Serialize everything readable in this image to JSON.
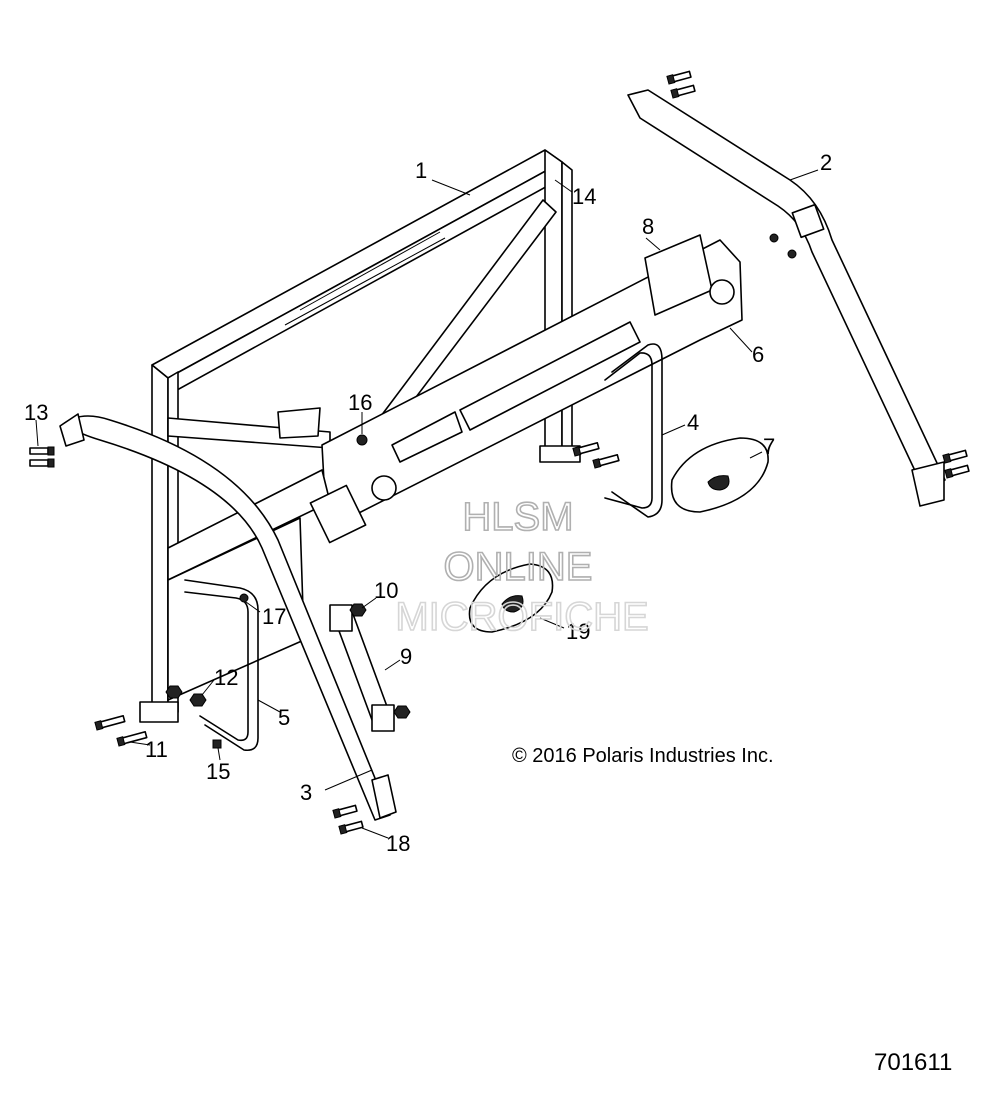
{
  "callouts": [
    "1",
    "2",
    "3",
    "4",
    "5",
    "6",
    "7",
    "8",
    "9",
    "10",
    "11",
    "12",
    "13",
    "14",
    "15",
    "16",
    "17",
    "18",
    "19"
  ],
  "watermark": {
    "line1": "HLSM",
    "line2": "ONLINE",
    "line3": "MICROFICHE"
  },
  "copyright": "© 2016 Polaris Industries Inc.",
  "figure_number": "701611"
}
